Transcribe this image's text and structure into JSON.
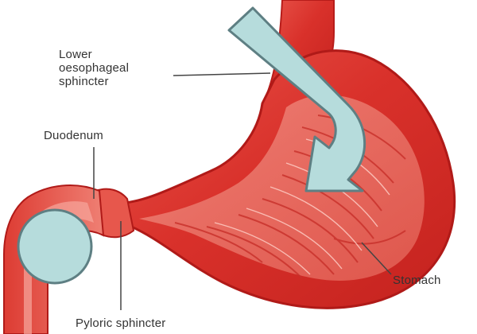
{
  "diagram": {
    "labels": {
      "lower_sphincter": [
        "Lower",
        "oesophageal",
        "sphincter"
      ],
      "duodenum": "Duodenum",
      "stomach": "Stomach",
      "pyloric_sphincter": "Pyloric sphincter"
    },
    "overlay": {
      "arrow": "curved-arrow",
      "circle": "circle-marker"
    },
    "colors": {
      "stomach_red": "#d9312b",
      "stomach_light": "#f08a80",
      "overlay_fill": "#b6dcdc",
      "overlay_stroke": "#5e7f83",
      "leader_line": "#444444"
    }
  }
}
